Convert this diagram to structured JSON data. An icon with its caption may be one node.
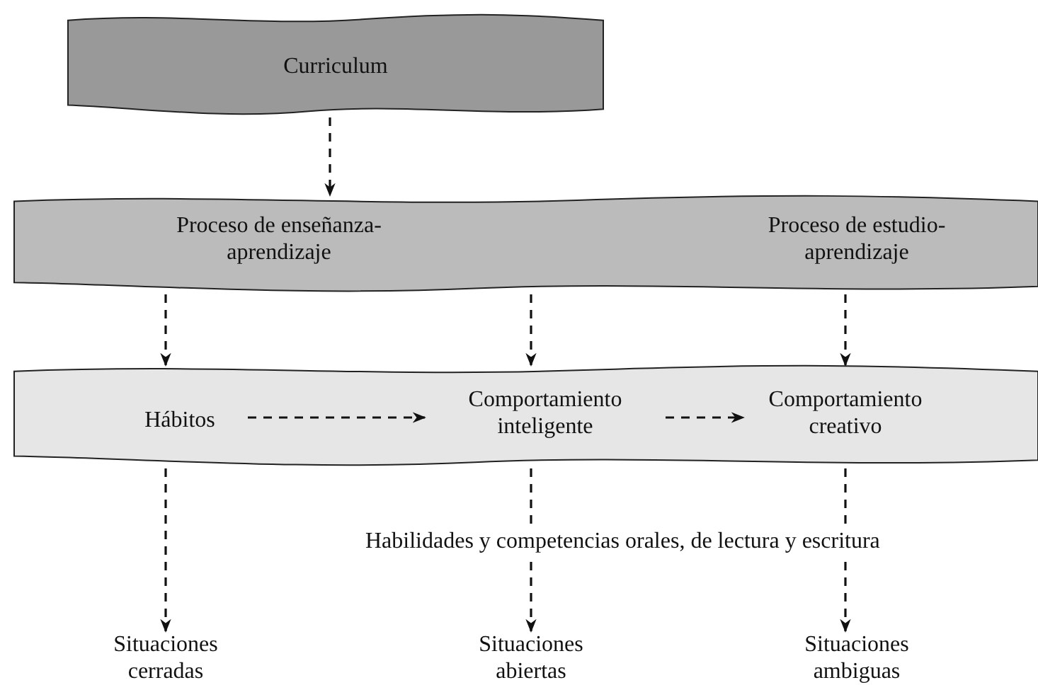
{
  "diagram": {
    "nodes": [
      {
        "text": [
          "Curriculum"
        ]
      },
      {
        "text": [
          "Proceso de enseñanza-aprendizaje",
          "Proceso de estudio-aprendizaje"
        ]
      },
      {
        "text": [],
        "shape": "band"
      },
      {
        "text": [
          "Hábitos"
        ],
        "in": 2
      },
      {
        "text": [
          "Comportamiento inteligente"
        ],
        "in": 2
      },
      {
        "text": [
          "Comportamiento creativo"
        ],
        "in": 2
      },
      {
        "text": [
          "Situaciones cerradas"
        ]
      },
      {
        "text": [
          "Situaciones abiertas"
        ]
      },
      {
        "text": [
          "Situaciones ambiguas"
        ]
      }
    ],
    "edges": [
      {
        "from": 0,
        "to": 1,
        "arrow": "to",
        "style": "dashed"
      },
      {
        "from": 1,
        "to": 3,
        "arrow": "to",
        "style": "dashed"
      },
      {
        "from": 1,
        "to": 4,
        "arrow": "to",
        "style": "dashed"
      },
      {
        "from": 1,
        "to": 5,
        "arrow": "to",
        "style": "dashed"
      },
      {
        "from": 3,
        "to": 4,
        "arrow": "to",
        "style": "dashed"
      },
      {
        "from": 4,
        "to": 5,
        "arrow": "to",
        "style": "dashed"
      },
      {
        "from": 3,
        "to": 6,
        "arrow": "to",
        "style": "dashed"
      },
      {
        "from": 4,
        "to": 7,
        "arrow": "to",
        "style": "dashed"
      },
      {
        "from": 5,
        "to": 8,
        "arrow": "to",
        "style": "dashed"
      }
    ],
    "labels": [
      "Habilidades y competencias orales, de lectura y escritura"
    ]
  }
}
